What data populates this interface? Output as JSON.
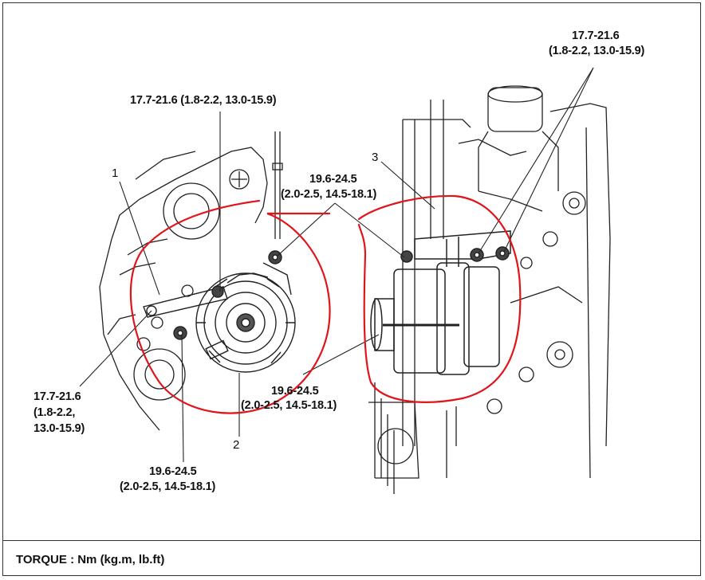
{
  "torque_labels": {
    "top_right": {
      "line1": "17.7-21.6",
      "line2": "(1.8-2.2, 13.0-15.9)"
    },
    "top_center": "17.7-21.6 (1.8-2.2, 13.0-15.9)",
    "middle_upper": {
      "line1": "19.6-24.5",
      "line2": "(2.0-2.5, 14.5-18.1)"
    },
    "middle_lower": {
      "line1": "19.6-24.5",
      "line2": "(2.0-2.5, 14.5-18.1)"
    },
    "left": {
      "line1": "17.7-21.6",
      "line2": "(1.8-2.2,",
      "line3": "13.0-15.9)"
    },
    "bottom": {
      "line1": "19.6-24.5",
      "line2": "(2.0-2.5, 14.5-18.1)"
    }
  },
  "part_numbers": {
    "p1": "1",
    "p2": "2",
    "p3": "3"
  },
  "footer": {
    "torque_unit": "TORQUE : Nm (kg.m, lb.ft)"
  },
  "annotation_color": "#e0141b"
}
